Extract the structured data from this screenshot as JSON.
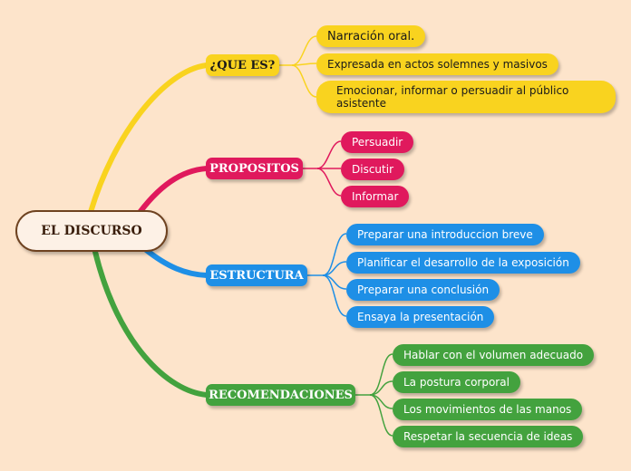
{
  "root": {
    "label": "EL DISCURSO"
  },
  "branches": [
    {
      "label": "¿QUE ES?",
      "color": "#f9d31f",
      "items": [
        "Narración oral.",
        "Expresada en actos solemnes y masivos",
        "Emocionar, informar o persuadir al público asistente"
      ]
    },
    {
      "label": "PROPOSITOS",
      "color": "#e0195d",
      "items": [
        "Persuadir",
        "Discutir",
        "Informar"
      ]
    },
    {
      "label": "ESTRUCTURA",
      "color": "#1e8fe6",
      "items": [
        "Preparar una introduccion breve",
        "Planificar el desarrollo de la exposición",
        "Preparar una conclusión",
        "Ensaya la presentación"
      ]
    },
    {
      "label": "RECOMENDACIONES",
      "color": "#43a23e",
      "items": [
        "Hablar con el volumen adecuado",
        "La postura corporal",
        "Los movimientos de las manos",
        "Respetar la secuencia de ideas"
      ]
    }
  ]
}
